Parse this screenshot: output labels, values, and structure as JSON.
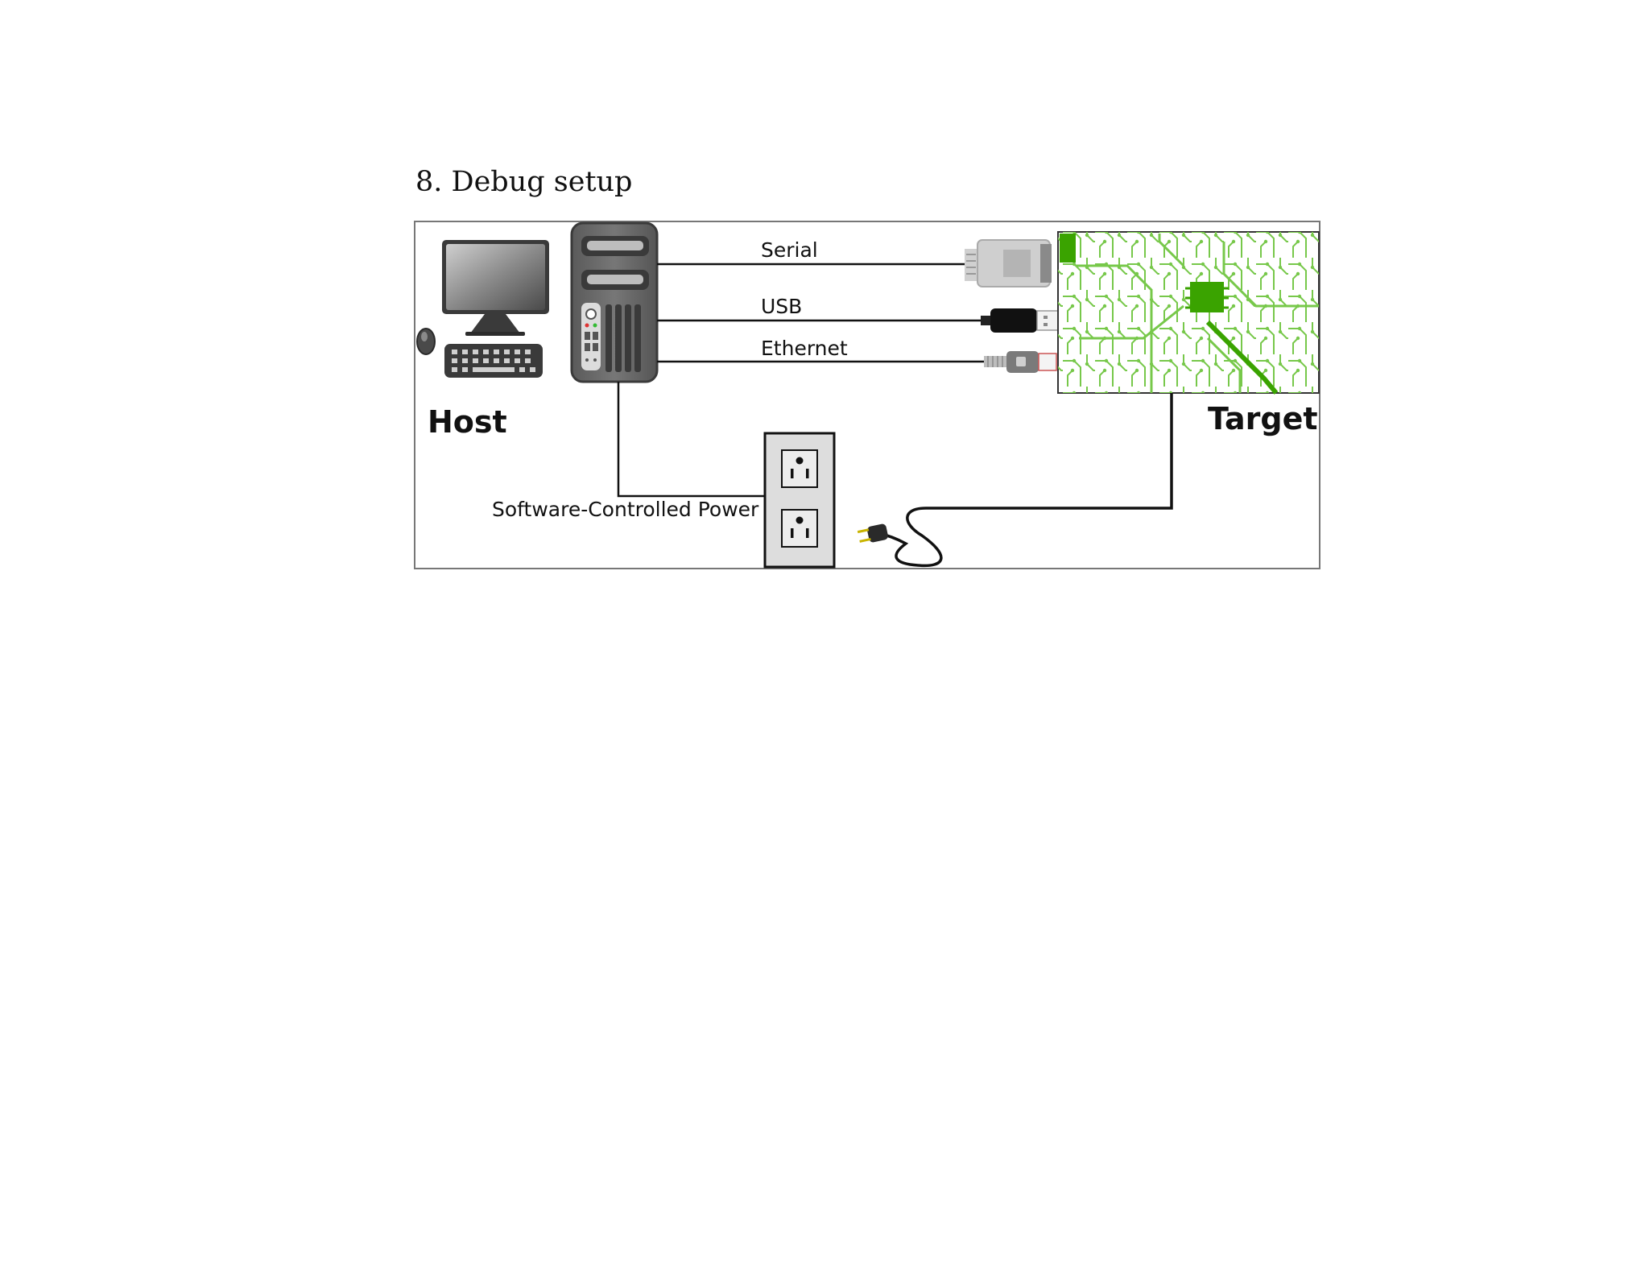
{
  "title": "8. Debug setup",
  "diagram": {
    "host_label": "Host",
    "target_label": "Target",
    "connections": [
      "Serial",
      "USB",
      "Ethernet"
    ],
    "power_label": "Software-Controlled Power"
  },
  "colors": {
    "pcb_green": "#66bb33",
    "chip_green": "#3aa300",
    "frame": "#777777"
  }
}
